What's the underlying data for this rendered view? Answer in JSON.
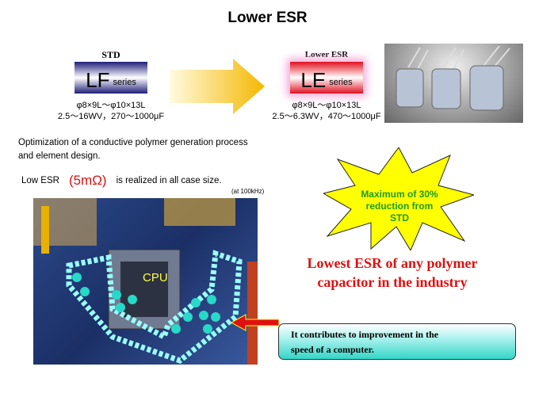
{
  "title": "Lower ESR",
  "std": {
    "heading": "STD",
    "series_big": "LF",
    "series_small": "series",
    "spec_size": "φ8×9L～φ10×13L",
    "spec_rating": "2.5～16WV，270～1000μF"
  },
  "new": {
    "heading": "Lower ESR",
    "series_big": "LE",
    "series_small": "series",
    "spec_size": "φ8×9L～φ10×13L",
    "spec_rating": "2.5～6.3WV，470～1000μF"
  },
  "description": {
    "line1": "Optimization of a conductive polymer generation process",
    "line2": "and element design."
  },
  "low_esr": {
    "prefix": "Low ESR",
    "value": "(5mΩ)",
    "suffix": "is realized in all case size.",
    "note": "(at 100kHz)"
  },
  "board": {
    "cpu_label": "CPU"
  },
  "burst": {
    "line1": "Maximum of 30%",
    "line2": "reduction from",
    "line3": "STD"
  },
  "lowest": {
    "line1": "Lowest ESR of any polymer",
    "line2": "capacitor in the industry"
  },
  "callout": {
    "line1": "It contributes  to improvement  in the",
    "line2": "speed of a computer."
  },
  "colors": {
    "red": "#e01010",
    "burst_fill": "#ffff00",
    "burst_text": "#1a9a2a",
    "callout": "#35d6c8"
  }
}
